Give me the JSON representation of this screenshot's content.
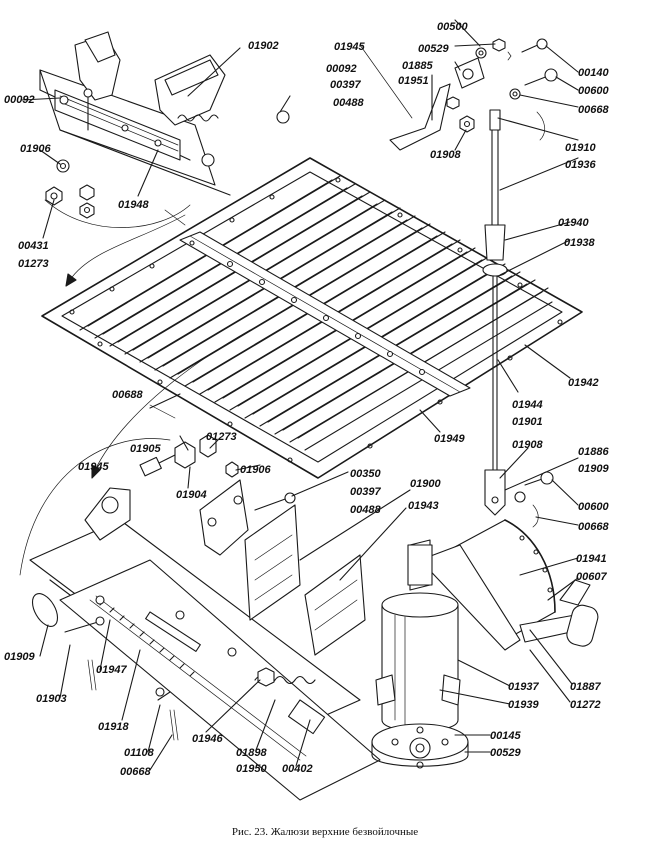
{
  "figure": {
    "caption_number": "Рис. 23.",
    "caption_text": "Жалюзи верхние безвойлочные"
  },
  "callouts": [
    "01902",
    "00092",
    "01906",
    "01948",
    "00431",
    "01273",
    "01945",
    "00092",
    "00397",
    "00488",
    "01885",
    "01951",
    "00500",
    "00529",
    "00140",
    "00600",
    "00668",
    "01908",
    "01910",
    "01936",
    "01940",
    "01938",
    "01942",
    "01944",
    "01901",
    "01949",
    "00688",
    "01905",
    "01273",
    "01904",
    "01945",
    "01906",
    "00350",
    "00397",
    "00488",
    "01900",
    "01943",
    "01908",
    "01886",
    "01909",
    "00600",
    "00668",
    "01941",
    "00607",
    "01909",
    "01947",
    "01903",
    "01918",
    "01946",
    "01108",
    "00668",
    "01898",
    "01950",
    "00402",
    "01937",
    "01939",
    "01887",
    "01272",
    "00145",
    "00529"
  ]
}
